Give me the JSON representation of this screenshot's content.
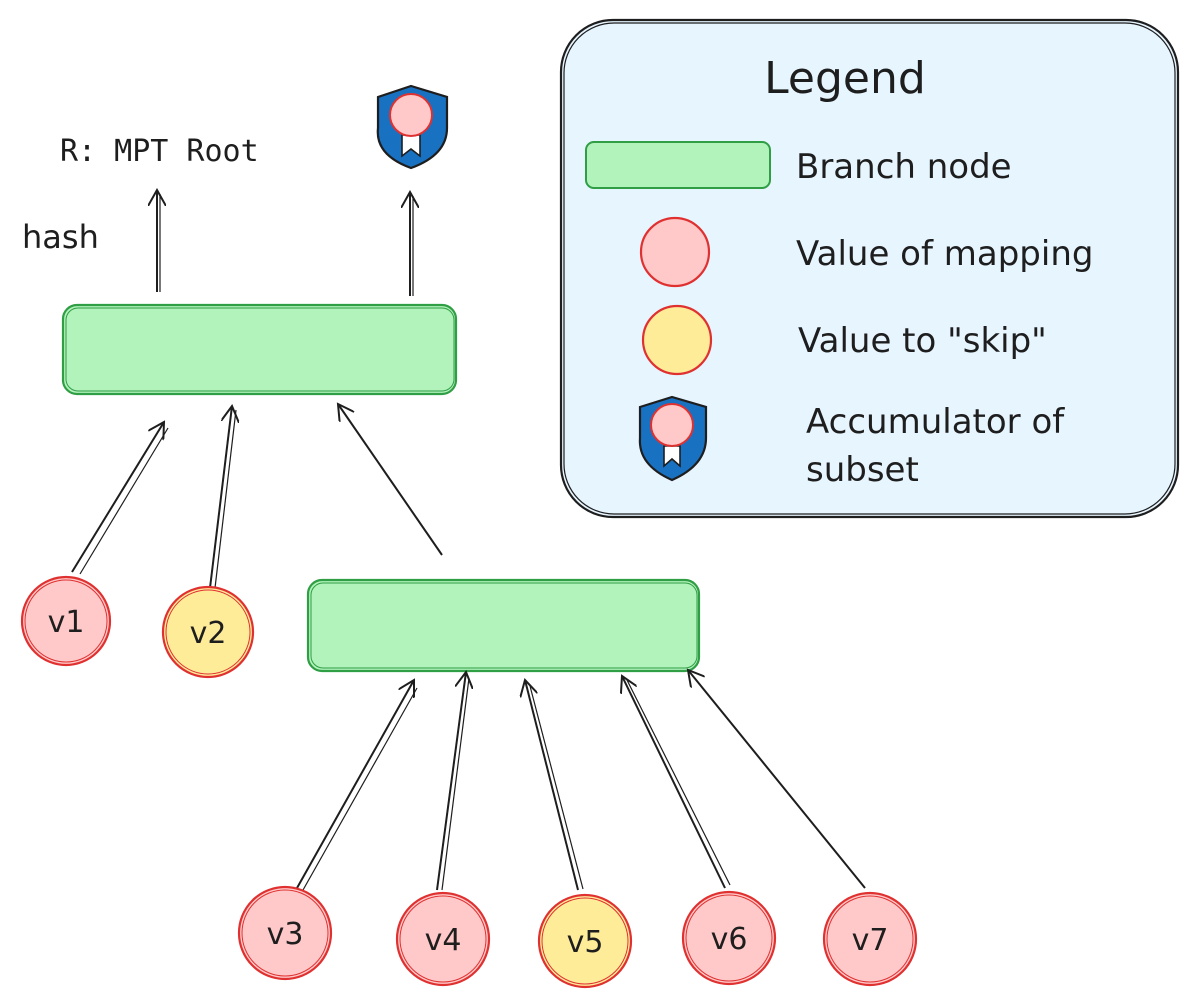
{
  "annotations": {
    "root_label": "R: MPT Root",
    "hash_label": "hash"
  },
  "legend": {
    "title": "Legend",
    "items": [
      {
        "label": "Branch node",
        "icon": "green-bar"
      },
      {
        "label": "Value of mapping",
        "icon": "pink-circle"
      },
      {
        "label": "Value to \"skip\"",
        "icon": "yellow-circle"
      },
      {
        "label_line1": "Accumulator of",
        "label_line2": "subset",
        "icon": "shield-icon"
      }
    ]
  },
  "nodes": {
    "v1": "v1",
    "v2": "v2",
    "v3": "v3",
    "v4": "v4",
    "v5": "v5",
    "v6": "v6",
    "v7": "v7"
  },
  "colors": {
    "branch_fill": "#b2f2bb",
    "branch_stroke": "#2f9e44",
    "value_fill": "#ffc9c9",
    "value_stroke": "#e03131",
    "skip_fill": "#ffec99",
    "skip_stroke": "#e03131",
    "legend_fill": "#e7f5ff",
    "shield_fill": "#1971c2",
    "stroke": "#1e1e1e"
  }
}
